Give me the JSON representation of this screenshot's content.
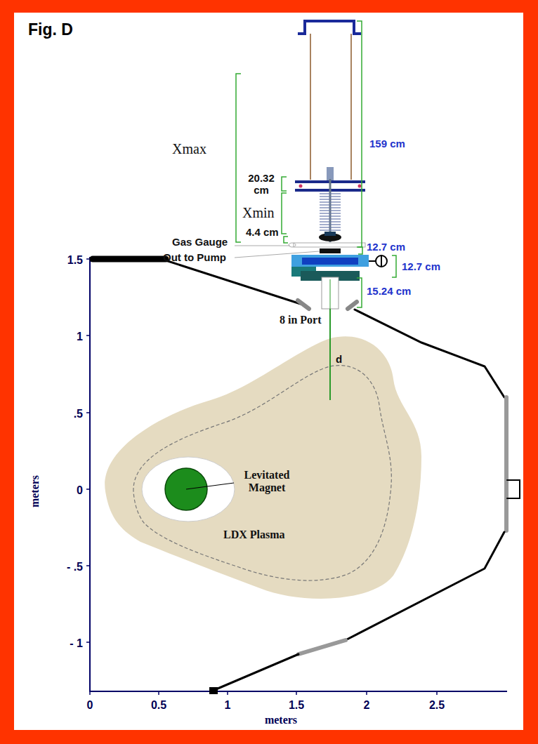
{
  "diagram": {
    "title": "Fig. D",
    "labels": [
      "Xmax",
      "20.32 cm",
      "Xmin",
      "4.4 cm",
      "Gas Gauge",
      "Out to Pump",
      "159 cm",
      "12.7 cm",
      "12.7 cm",
      "15.24 cm",
      "8 in Port",
      "d",
      "Levitated Magnet",
      "LDX Plasma",
      "1.5",
      "1",
      ".5",
      "0",
      "- .5",
      "- 1",
      "0",
      "0.5",
      "1",
      "1.5",
      "2",
      "2.5",
      "meters",
      "meters"
    ]
  }
}
